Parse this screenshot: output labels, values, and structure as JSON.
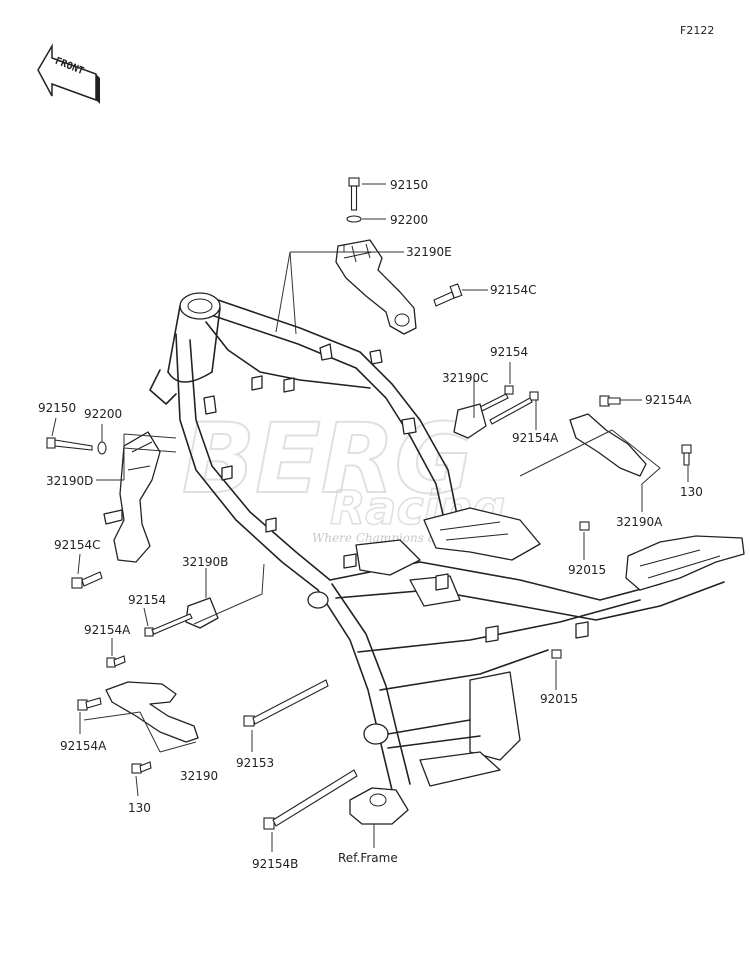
{
  "sheet_code": "F2122",
  "front_badge": "FRONT",
  "watermark": {
    "brand": "BERG",
    "sub": "Racing",
    "tagline": "Where Champions are made"
  },
  "labels": {
    "p92150_top": "92150",
    "p92200_top": "92200",
    "p32190E": "32190E",
    "p92154C_top": "92154C",
    "p92154_mid": "92154",
    "p32190C": "32190C",
    "p92154A_mid": "92154A",
    "p92154A_right": "92154A",
    "p130_right": "130",
    "p32190A": "32190A",
    "p92015_a": "92015",
    "p92015_b": "92015",
    "p92150_left": "92150",
    "p92200_left": "92200",
    "p32190D": "32190D",
    "p92154C_left": "92154C",
    "p32190B": "32190B",
    "p92154_left": "92154",
    "p92154A_left1": "92154A",
    "p92154A_left2": "92154A",
    "p130_left": "130",
    "p32190": "32190",
    "p92153": "92153",
    "p92154B": "92154B",
    "ref_frame": "Ref.Frame"
  }
}
